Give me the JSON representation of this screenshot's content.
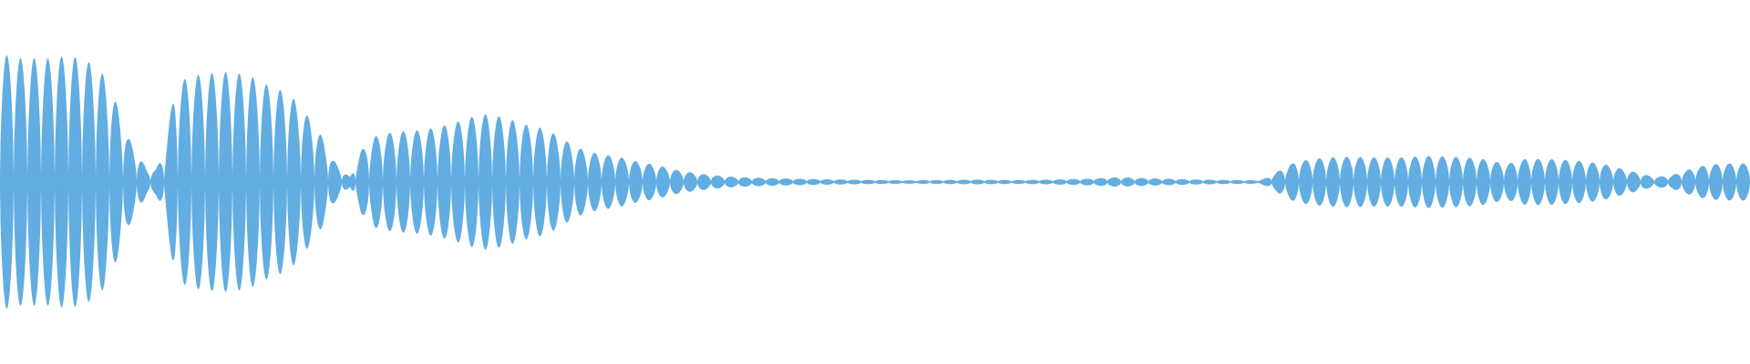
{
  "waveform": {
    "color": "#62ade2",
    "peak_scale": 1.0,
    "envelope": [
      [
        0.0,
        0.85
      ],
      [
        0.012,
        0.82
      ],
      [
        0.028,
        0.82
      ],
      [
        0.04,
        0.84
      ],
      [
        0.052,
        0.79
      ],
      [
        0.06,
        0.7
      ],
      [
        0.068,
        0.48
      ],
      [
        0.073,
        0.3
      ],
      [
        0.079,
        0.18
      ],
      [
        0.084,
        0.08
      ],
      [
        0.089,
        0.08
      ],
      [
        0.094,
        0.2
      ],
      [
        0.1,
        0.64
      ],
      [
        0.108,
        0.7
      ],
      [
        0.118,
        0.72
      ],
      [
        0.13,
        0.73
      ],
      [
        0.142,
        0.71
      ],
      [
        0.155,
        0.63
      ],
      [
        0.165,
        0.59
      ],
      [
        0.175,
        0.45
      ],
      [
        0.184,
        0.3
      ],
      [
        0.19,
        0.15
      ],
      [
        0.196,
        0.07
      ],
      [
        0.2,
        0.03
      ],
      [
        0.206,
        0.2
      ],
      [
        0.214,
        0.3
      ],
      [
        0.225,
        0.33
      ],
      [
        0.238,
        0.34
      ],
      [
        0.25,
        0.36
      ],
      [
        0.262,
        0.4
      ],
      [
        0.272,
        0.44
      ],
      [
        0.28,
        0.45
      ],
      [
        0.29,
        0.42
      ],
      [
        0.3,
        0.38
      ],
      [
        0.312,
        0.35
      ],
      [
        0.325,
        0.26
      ],
      [
        0.335,
        0.2
      ],
      [
        0.345,
        0.18
      ],
      [
        0.355,
        0.16
      ],
      [
        0.365,
        0.13
      ],
      [
        0.375,
        0.11
      ],
      [
        0.385,
        0.08
      ],
      [
        0.395,
        0.06
      ],
      [
        0.405,
        0.045
      ],
      [
        0.42,
        0.03
      ],
      [
        0.44,
        0.022
      ],
      [
        0.46,
        0.017
      ],
      [
        0.48,
        0.013
      ],
      [
        0.5,
        0.01
      ],
      [
        0.52,
        0.008
      ],
      [
        0.54,
        0.01
      ],
      [
        0.56,
        0.012
      ],
      [
        0.58,
        0.009
      ],
      [
        0.6,
        0.012
      ],
      [
        0.62,
        0.018
      ],
      [
        0.64,
        0.028
      ],
      [
        0.66,
        0.02
      ],
      [
        0.68,
        0.014
      ],
      [
        0.7,
        0.01
      ],
      [
        0.72,
        0.008
      ],
      [
        0.725,
        0.03
      ],
      [
        0.732,
        0.08
      ],
      [
        0.74,
        0.13
      ],
      [
        0.75,
        0.15
      ],
      [
        0.76,
        0.16
      ],
      [
        0.772,
        0.165
      ],
      [
        0.785,
        0.16
      ],
      [
        0.8,
        0.16
      ],
      [
        0.815,
        0.17
      ],
      [
        0.83,
        0.165
      ],
      [
        0.845,
        0.155
      ],
      [
        0.855,
        0.13
      ],
      [
        0.862,
        0.12
      ],
      [
        0.872,
        0.15
      ],
      [
        0.885,
        0.15
      ],
      [
        0.9,
        0.14
      ],
      [
        0.915,
        0.12
      ],
      [
        0.925,
        0.09
      ],
      [
        0.935,
        0.06
      ],
      [
        0.945,
        0.03
      ],
      [
        0.955,
        0.04
      ],
      [
        0.965,
        0.08
      ],
      [
        0.975,
        0.11
      ],
      [
        0.985,
        0.12
      ],
      [
        1.0,
        0.12
      ]
    ],
    "cycles": 128
  }
}
